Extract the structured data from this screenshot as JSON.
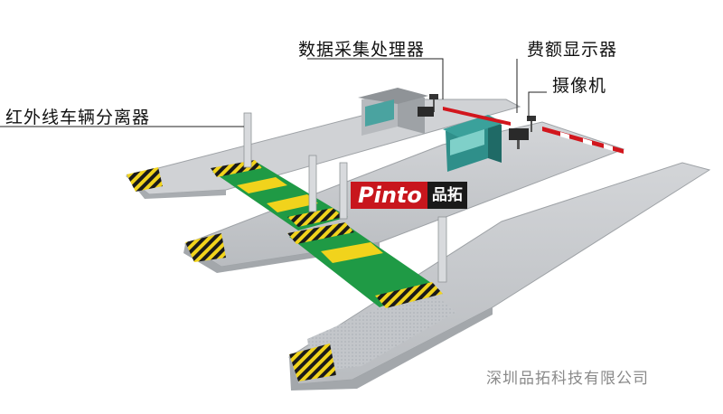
{
  "labels": {
    "data_processor": "数据采集处理器",
    "fee_display": "费额显示器",
    "camera": "摄像机",
    "infrared_separator": "红外线车辆分离器"
  },
  "logo": {
    "english": "Pinto",
    "chinese": "品拓"
  },
  "company": "深圳品拓科技有限公司",
  "colors": {
    "island": "#c8cacd",
    "island_edge": "#9ea2a6",
    "lane_green": "#1f9a45",
    "lane_yellow": "#f1d31c",
    "stripe_black": "#1a1a1a",
    "booth": "#2f8f8a",
    "barrier_red": "#d2161d"
  }
}
